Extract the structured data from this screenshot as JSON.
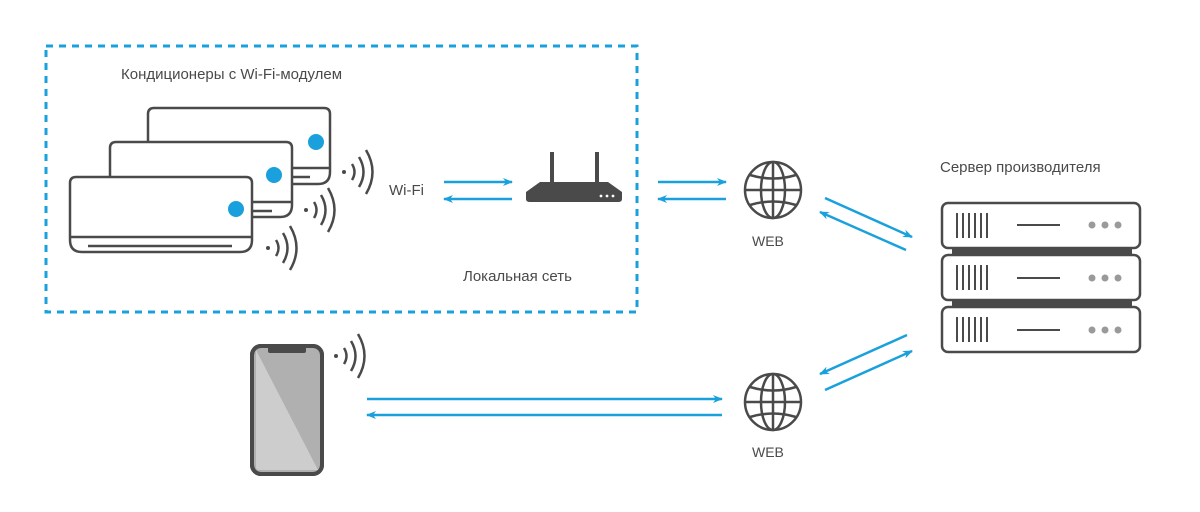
{
  "labels": {
    "ac_group": "Кондиционеры с Wi-Fi-модулем",
    "wifi": "Wi-Fi",
    "local_network": "Локальная сеть",
    "web_top": "WEB",
    "web_bottom": "WEB",
    "server": "Сервер производителя"
  },
  "icons": {
    "ac_units": "air-conditioner-icon",
    "router": "router-icon",
    "globe": "globe-icon",
    "server": "server-rack-icon",
    "phone": "smartphone-icon",
    "signal": "wifi-signal-icon"
  },
  "colors": {
    "accent": "#1aa0dc",
    "stroke": "#4a4a4a",
    "phone_screen_light": "#c8c8c8",
    "phone_screen_dark": "#b0b0b0",
    "server_dots": "#9a9a9a"
  }
}
